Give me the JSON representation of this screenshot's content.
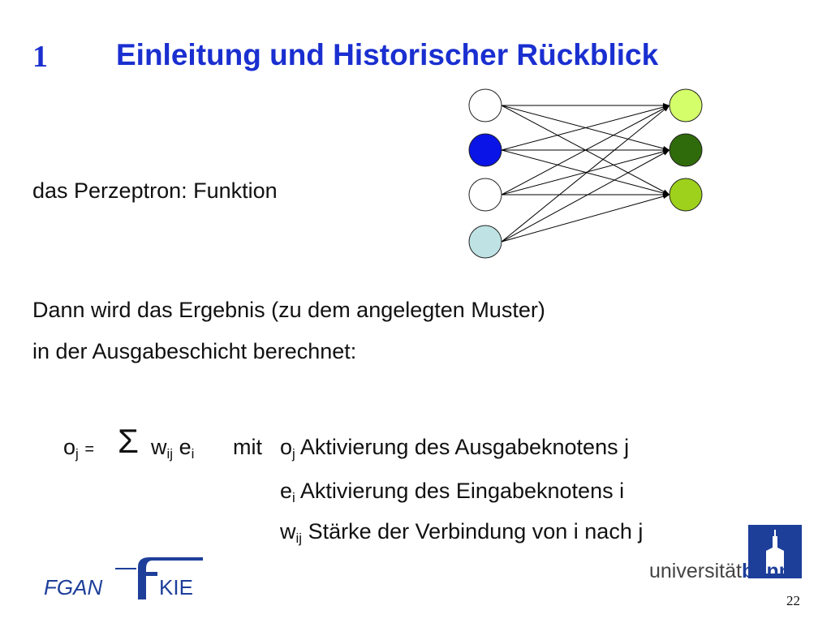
{
  "slide": {
    "number": "1",
    "title": "Einleitung und Historischer Rückblick",
    "subtitle": "das Perzeptron: Funktion",
    "paragraph_line1": "Dann wird das Ergebnis (zu dem angelegten Muster)",
    "paragraph_line2": "in der Ausgabeschicht berechnet:",
    "page": "22"
  },
  "formula": {
    "o": "o",
    "o_sub": "j",
    "equals": "=",
    "sigma": "Σ",
    "w": "w",
    "w_sub": "ij",
    "e": "e",
    "e_sub": "i",
    "mit": "mit"
  },
  "definitions": [
    {
      "sym": "o",
      "sub": "j",
      "text": "Aktivierung des Ausgabeknotens j"
    },
    {
      "sym": "e",
      "sub": "i",
      "text": "Aktivierung des Eingabeknotens i"
    },
    {
      "sym": "w",
      "sub": "ij",
      "text": "Stärke der Verbindung von i nach j"
    }
  ],
  "network": {
    "input_colors": [
      "#ffffff",
      "#0a14e6",
      "#ffffff",
      "#bfe3e5"
    ],
    "output_colors": [
      "#d4ff6a",
      "#2f6b0a",
      "#9dd11c"
    ],
    "edge_color": "#000000"
  },
  "logos": {
    "fgan_text": "FGAN",
    "kie_text": "KIE",
    "uni_prefix": "universität",
    "uni_name": "bonn",
    "brand_blue": "#1d3f9a"
  }
}
